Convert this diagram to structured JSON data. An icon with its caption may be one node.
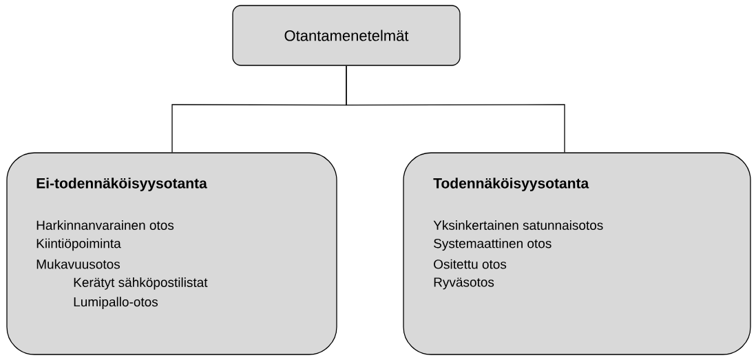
{
  "diagram": {
    "nodes": [
      {
        "text": [
          "Otantamenetelmät"
        ]
      },
      {
        "text": [
          "Ei-todennäköisyysotanta",
          "Harkinnanvarainen otos",
          "Kiintiöpoiminta",
          "Mukavuusotos",
          "Kerätyt sähköpostilistat",
          "Lumipallo-otos"
        ]
      },
      {
        "text": [
          "Todennäköisyysotanta",
          "Yksinkertainen satunnaisotos",
          "Systemaattinen otos",
          "Ositettu otos",
          "Ryväsotos"
        ]
      }
    ],
    "edges": [
      {
        "from": 0,
        "to": 1,
        "arrow": "none"
      },
      {
        "from": 0,
        "to": 2,
        "arrow": "none"
      }
    ]
  }
}
